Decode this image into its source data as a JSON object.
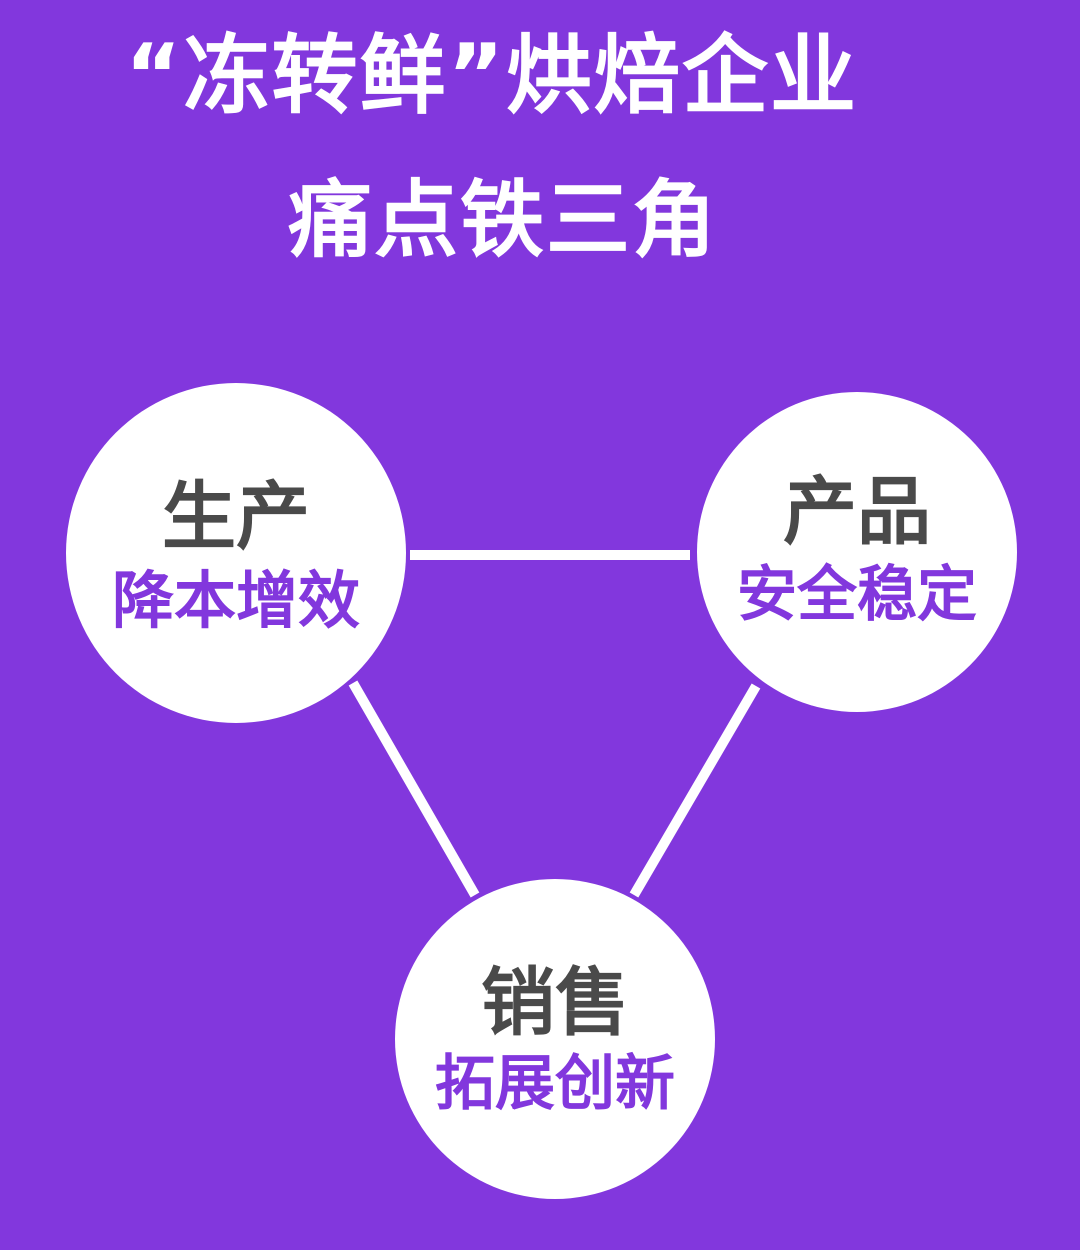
{
  "title": {
    "line1": "“冻转鲜”烘焙企业",
    "line2": "痛点铁三角"
  },
  "nodes": {
    "production": {
      "title": "生产",
      "subtitle": "降本增效"
    },
    "product": {
      "title": "产品",
      "subtitle": "安全稳定"
    },
    "sales": {
      "title": "销售",
      "subtitle": "拓展创新"
    }
  },
  "colors": {
    "background": "#8237dd",
    "circle": "#ffffff",
    "title_text": "#ffffff",
    "node_title": "#4a4a4a",
    "node_subtitle": "#8237dd",
    "connector": "#ffffff"
  }
}
